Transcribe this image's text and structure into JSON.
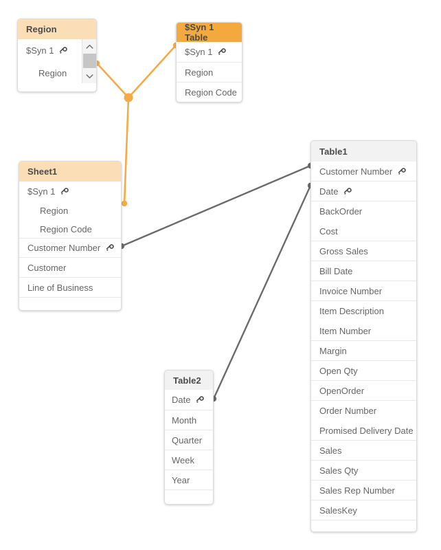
{
  "diagram": {
    "type": "data-model",
    "background_color": "#ffffff",
    "colors": {
      "synthetic_key_soft": "#fbdeb6",
      "synthetic_key_strong": "#f4a93f",
      "plain_header": "#f2f2f2",
      "synthetic_link": "#f5ab45",
      "normal_link": "#6b6b6b",
      "field_text": "#666666",
      "title_text": "#4a4a4a"
    },
    "tables": [
      {
        "id": "region",
        "title": "Region",
        "header_style": "syn-soft",
        "has_scrollbar": true,
        "fields": [
          {
            "label": "$Syn 1",
            "key": true,
            "indent": false
          },
          {
            "label": "Region",
            "key": false,
            "indent": true
          }
        ]
      },
      {
        "id": "syn1table",
        "title": "$Syn 1 Table",
        "header_style": "syn-strong",
        "has_scrollbar": false,
        "fields": [
          {
            "label": "$Syn 1",
            "key": true,
            "indent": false
          },
          {
            "label": "Region",
            "key": false,
            "indent": false
          },
          {
            "label": "Region Code",
            "key": false,
            "indent": false
          }
        ]
      },
      {
        "id": "sheet1",
        "title": "Sheet1",
        "header_style": "syn-soft",
        "has_scrollbar": false,
        "fields": [
          {
            "label": "$Syn 1",
            "key": true,
            "indent": false
          },
          {
            "label": "Region",
            "key": false,
            "indent": true
          },
          {
            "label": "Region Code",
            "key": false,
            "indent": true
          },
          {
            "label": "Customer Number",
            "key": true,
            "indent": false
          },
          {
            "label": "Customer",
            "key": false,
            "indent": false
          },
          {
            "label": "Line of Business",
            "key": false,
            "indent": false
          }
        ]
      },
      {
        "id": "table1",
        "title": "Table1",
        "header_style": "plain",
        "has_scrollbar": false,
        "fields": [
          {
            "label": "Customer Number",
            "key": true,
            "indent": false
          },
          {
            "label": "Date",
            "key": true,
            "indent": false
          },
          {
            "label": "BackOrder",
            "key": false,
            "indent": false
          },
          {
            "label": "Cost",
            "key": false,
            "indent": false
          },
          {
            "label": "Gross Sales",
            "key": false,
            "indent": false
          },
          {
            "label": "Bill Date",
            "key": false,
            "indent": false
          },
          {
            "label": "Invoice Number",
            "key": false,
            "indent": false
          },
          {
            "label": "Item Description",
            "key": false,
            "indent": false
          },
          {
            "label": "Item Number",
            "key": false,
            "indent": false
          },
          {
            "label": "Margin",
            "key": false,
            "indent": false
          },
          {
            "label": "Open Qty",
            "key": false,
            "indent": false
          },
          {
            "label": "OpenOrder",
            "key": false,
            "indent": false
          },
          {
            "label": "Order Number",
            "key": false,
            "indent": false
          },
          {
            "label": "Promised Delivery Date",
            "key": false,
            "indent": false
          },
          {
            "label": "Sales",
            "key": false,
            "indent": false
          },
          {
            "label": "Sales Qty",
            "key": false,
            "indent": false
          },
          {
            "label": "Sales Rep Number",
            "key": false,
            "indent": false
          },
          {
            "label": "SalesKey",
            "key": false,
            "indent": false
          }
        ]
      },
      {
        "id": "table2",
        "title": "Table2",
        "header_style": "plain",
        "has_scrollbar": false,
        "fields": [
          {
            "label": "Date",
            "key": true,
            "indent": false
          },
          {
            "label": "Month",
            "key": false,
            "indent": false
          },
          {
            "label": "Quarter",
            "key": false,
            "indent": false
          },
          {
            "label": "Week",
            "key": false,
            "indent": false
          },
          {
            "label": "Year",
            "key": false,
            "indent": false
          }
        ]
      }
    ],
    "associations": [
      {
        "id": "region-to-syn1table",
        "kind": "synthetic",
        "from": "Region.$Syn 1",
        "to": "$Syn 1 Table.$Syn 1"
      },
      {
        "id": "sheet1-to-syn1table",
        "kind": "synthetic",
        "from": "Sheet1.$Syn 1",
        "to": "$Syn 1 Table.$Syn 1"
      },
      {
        "id": "sheet1-to-table1",
        "kind": "normal",
        "from": "Sheet1.Customer Number",
        "to": "Table1.Customer Number"
      },
      {
        "id": "table2-to-table1",
        "kind": "normal",
        "from": "Table2.Date",
        "to": "Table1.Date"
      }
    ],
    "icons": {
      "key": "key-icon",
      "scroll_up": "chevron-up-icon",
      "scroll_down": "chevron-down-icon"
    }
  }
}
